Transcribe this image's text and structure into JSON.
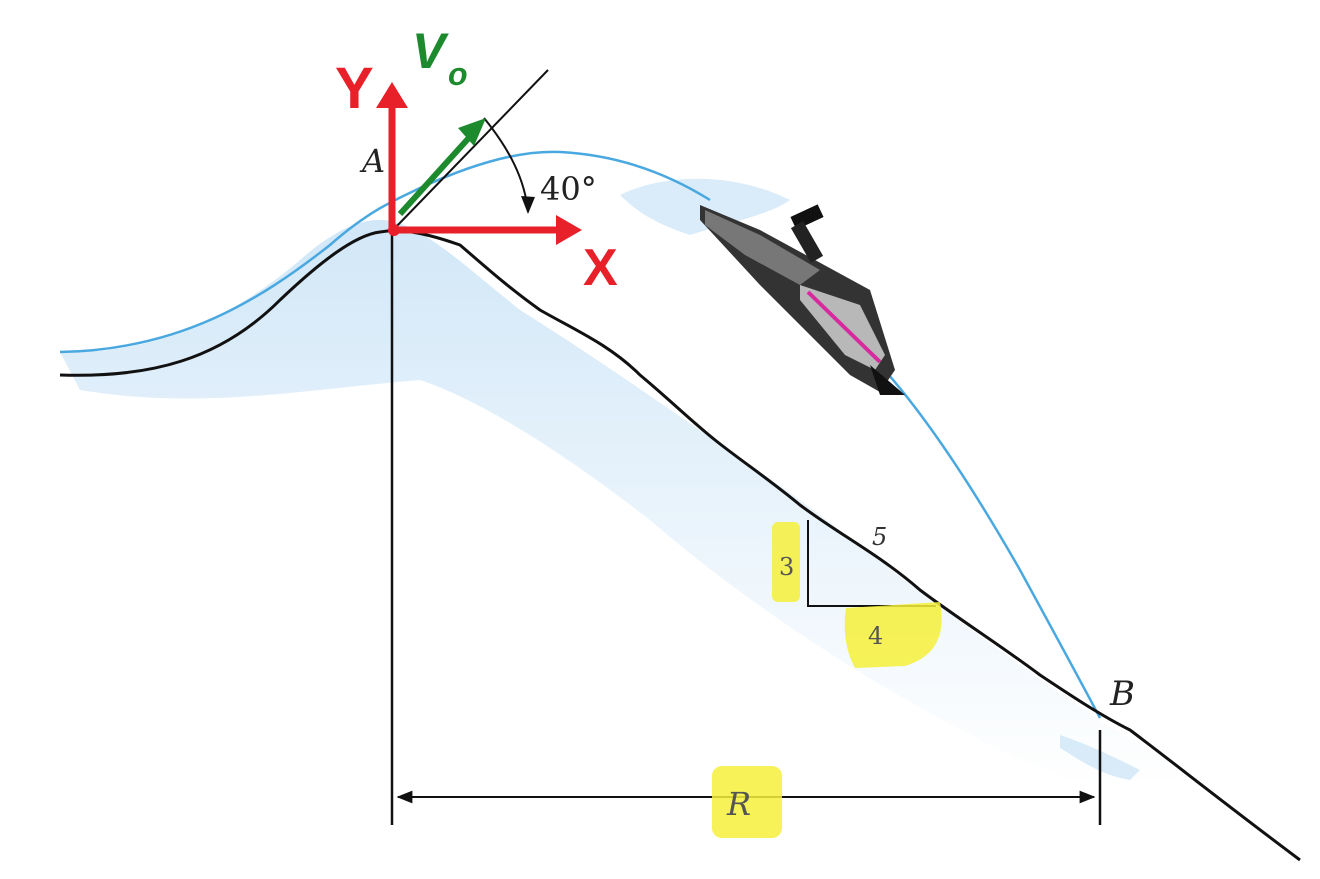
{
  "labels": {
    "point_a": "A",
    "point_b": "B",
    "angle": "40°",
    "range": "R",
    "slope_rise": "3",
    "slope_run": "4",
    "slope_hyp": "5",
    "axis_y": "Y",
    "axis_x": "X",
    "velocity": "V",
    "velocity_sub": "o"
  },
  "colors": {
    "axis": "#e8202a",
    "velocity": "#1e8a2e",
    "trajectory": "#4aa8e0",
    "water": "#cfe6f7",
    "highlight": "#f4f03a",
    "ground": "#111111"
  },
  "icons": {
    "vehicle": "jet-ski-icon"
  }
}
